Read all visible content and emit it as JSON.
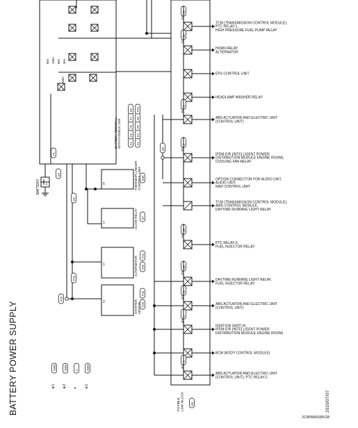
{
  "page": {
    "title": "BATTERY POWER SUPPLY",
    "date": "2010/07/07",
    "code": "JCMWA5585GB"
  },
  "loads": [
    {
      "label": "TCM (TRANSMISSION CONTROL MODULE),\nPTC RELAY-1,\nHIGH PRESSURE FUEL PUMP RELAY",
      "fuse": "10A",
      "fuse_no": "55"
    },
    {
      "label": "HORN RELAY,\nALTERNATOR",
      "fuse": "10A",
      "fuse_no": "54"
    },
    {
      "label": "EPS CONTROL UNIT",
      "fuse": "",
      "fuse_no": ""
    },
    {
      "label": "HEADLAMP WASHER RELAY",
      "fuse": "",
      "fuse_no": ""
    },
    {
      "label": "ABS ACTUATOR AND ELECTRIC UNIT\n(CONTROL UNIT)",
      "fuse": "30A",
      "fuse_no": "K"
    },
    {
      "label": "IPDM E/R (INTELLIGENT POWER\nDISTRIBUTION MODULE ENGINE ROOM),\nCOOLING FAN RELAY",
      "fuse": "50A",
      "fuse_no": "J"
    },
    {
      "label": "OPTION CONNECTOR FOR AUDIO UNIT,\nAUDIO UNIT,\nNAVI CONTROL UNIT",
      "fuse": "",
      "fuse_no": ""
    },
    {
      "label": "TCM (TRANSMISSION CONTROL MODULE),\nAWD CONTROL MODULE,\nDAYTIME RUNNING LIGHT RELAY",
      "fuse": "",
      "fuse_no": ""
    },
    {
      "label": "PTC RELAY-3,\nFUEL INJECTOR RELAY",
      "fuse": "15A",
      "fuse_no": "49"
    },
    {
      "label": "DAYTIME RUNNING LIGHT RELAY,\nFUEL INJECTOR RELAY",
      "fuse": "20A",
      "fuse_no": "48"
    },
    {
      "label": "ABS ACTUATOR AND ELECTRIC UNIT\n(CONTROL UNIT)",
      "fuse": "40A",
      "fuse_no": "M"
    },
    {
      "label": "IGNITION SWITCH,\nIPDM E/R (INTELLIGENT POWER\nDISTRIBUTION MODULE ENGINE ROOM)",
      "fuse": "40A",
      "fuse_no": "L"
    },
    {
      "label": "BCM (BODY CONTROL MODULE)",
      "fuse": "",
      "fuse_no": ""
    },
    {
      "label": "ABS ACTUATOR AND ELECTRIC UNIT\n(CONTROL UNIT), PTC RELAY-2",
      "fuse": "40A",
      "fuse_no": "N"
    }
  ],
  "main_fuses": [
    "80A",
    "250A",
    "60A",
    "30A",
    "100A"
  ],
  "battery_terminal": {
    "label": "BATTERY TERMINAL\nWITH FUSIBLE LINK",
    "connectors": [
      "F1",
      "F2",
      "F3",
      "F4",
      "F5",
      "F6",
      "F7",
      "F8",
      "F9",
      "F10"
    ]
  },
  "fusible_link_block": {
    "label": "FUSIBLE\nLINK BLOCK",
    "connector": "E4",
    "connector2": "E9"
  },
  "battery": {
    "label": "BATTERY"
  },
  "components": [
    {
      "label": "THERMOPLUNGER\nCONTROL UNIT",
      "connector": "E65",
      "terminal": "5"
    },
    {
      "label": "GLOW RELAY",
      "connector": "E7",
      "terminal": "1"
    },
    {
      "label": "ALTERNATOR",
      "connector": "F24",
      "connector2": "F32",
      "terminal": "1"
    },
    {
      "label": "STARTER\nMOTOR",
      "connector": "F25",
      "connector2": "F20",
      "terminal": "2"
    }
  ],
  "legend": {
    "items": [
      {
        "mark": "★1",
        "value": "4WD"
      },
      {
        "mark": "★2",
        "value": "2WD"
      }
    ],
    "markers": [
      "★1",
      "★2",
      "4"
    ]
  }
}
